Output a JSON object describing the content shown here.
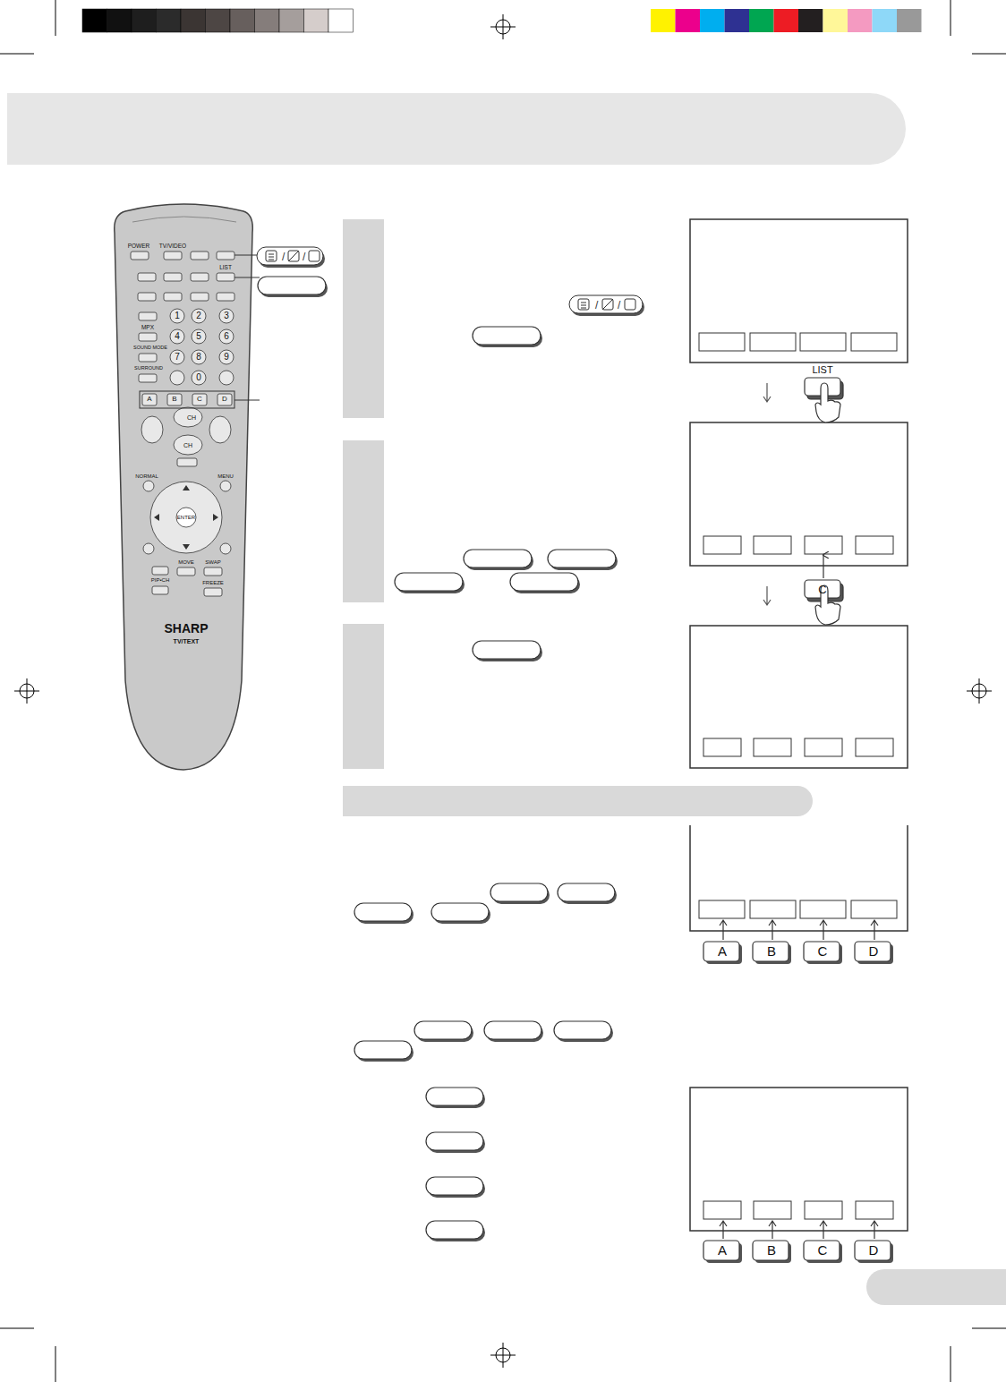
{
  "diagram": {
    "labels": [
      "POWER",
      "TV/VIDEO",
      "LIST",
      "MPX",
      "1",
      "2",
      "3",
      "4",
      "5",
      "6",
      "7",
      "8",
      "9",
      "SOUND MODE",
      "SURROUND",
      "0",
      "A",
      "B",
      "C",
      "D",
      "CH",
      "CH",
      "NORMAL",
      "MENU",
      "ENTER",
      "MOVE",
      "SWAP",
      "PIP•CH",
      "FREEZE",
      "SHARP",
      "TV/TEXT",
      "LIST",
      "C",
      "A",
      "B",
      "C",
      "D",
      "A",
      "B",
      "C",
      "D"
    ]
  }
}
